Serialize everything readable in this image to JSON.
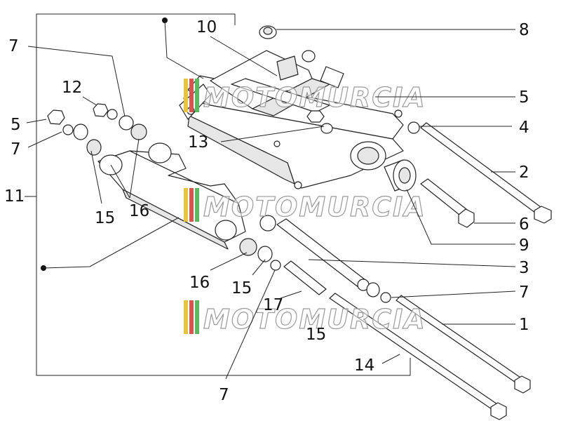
{
  "watermark": {
    "text": "MOTOMURCIA",
    "stripe_colors": [
      "#e9c33b",
      "#d9534f",
      "#5cb85c"
    ]
  },
  "callouts": [
    {
      "id": "c10a",
      "text": "10"
    },
    {
      "id": "c8",
      "text": "8"
    },
    {
      "id": "c7a",
      "text": "7"
    },
    {
      "id": "c12",
      "text": "12"
    },
    {
      "id": "c5a",
      "text": "5"
    },
    {
      "id": "c5b",
      "text": "5"
    },
    {
      "id": "c7b",
      "text": "7"
    },
    {
      "id": "c13",
      "text": "13"
    },
    {
      "id": "c4",
      "text": "4"
    },
    {
      "id": "c2",
      "text": "2"
    },
    {
      "id": "c11",
      "text": "11"
    },
    {
      "id": "c15a",
      "text": "15"
    },
    {
      "id": "c16a",
      "text": "16"
    },
    {
      "id": "c6",
      "text": "6"
    },
    {
      "id": "c9",
      "text": "9"
    },
    {
      "id": "c3",
      "text": "3"
    },
    {
      "id": "c16b",
      "text": "16"
    },
    {
      "id": "c15b",
      "text": "15"
    },
    {
      "id": "c7c",
      "text": "7"
    },
    {
      "id": "c17",
      "text": "17"
    },
    {
      "id": "c15c",
      "text": "15"
    },
    {
      "id": "c1",
      "text": "1"
    },
    {
      "id": "c14",
      "text": "14"
    },
    {
      "id": "c7d",
      "text": "7"
    }
  ]
}
